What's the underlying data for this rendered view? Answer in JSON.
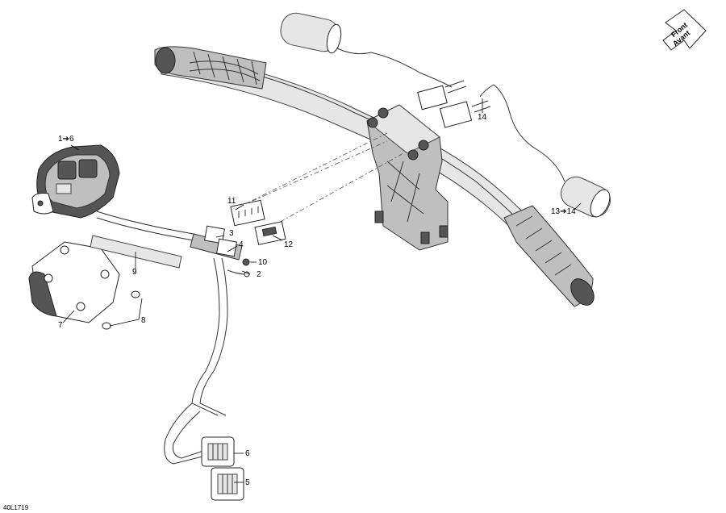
{
  "front_marker": {
    "line1": "Front",
    "line2": "Avant"
  },
  "drawing_ref": "40L1719",
  "callouts": [
    {
      "id": "c1",
      "text": "1➔6"
    },
    {
      "id": "c2",
      "text": "2"
    },
    {
      "id": "c3",
      "text": "3"
    },
    {
      "id": "c4",
      "text": "4"
    },
    {
      "id": "c5",
      "text": "5"
    },
    {
      "id": "c6",
      "text": "6"
    },
    {
      "id": "c7",
      "text": "7"
    },
    {
      "id": "c8",
      "text": "8"
    },
    {
      "id": "c9",
      "text": "9"
    },
    {
      "id": "c10",
      "text": "10"
    },
    {
      "id": "c11",
      "text": "11"
    },
    {
      "id": "c12",
      "text": "12"
    },
    {
      "id": "c13",
      "text": "13➔14"
    },
    {
      "id": "c14",
      "text": "14"
    }
  ]
}
